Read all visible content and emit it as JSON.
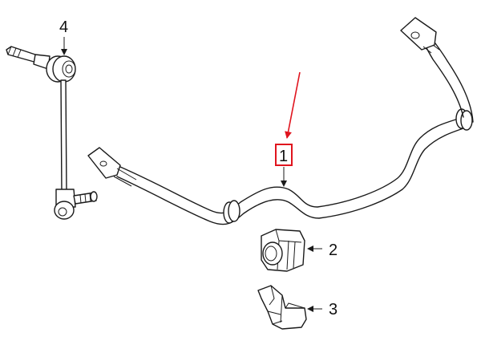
{
  "callouts": {
    "part1": "1",
    "part2": "2",
    "part3": "3",
    "part4": "4"
  },
  "colors": {
    "highlight": "#e0141e",
    "ink": "#1a1a1a"
  }
}
